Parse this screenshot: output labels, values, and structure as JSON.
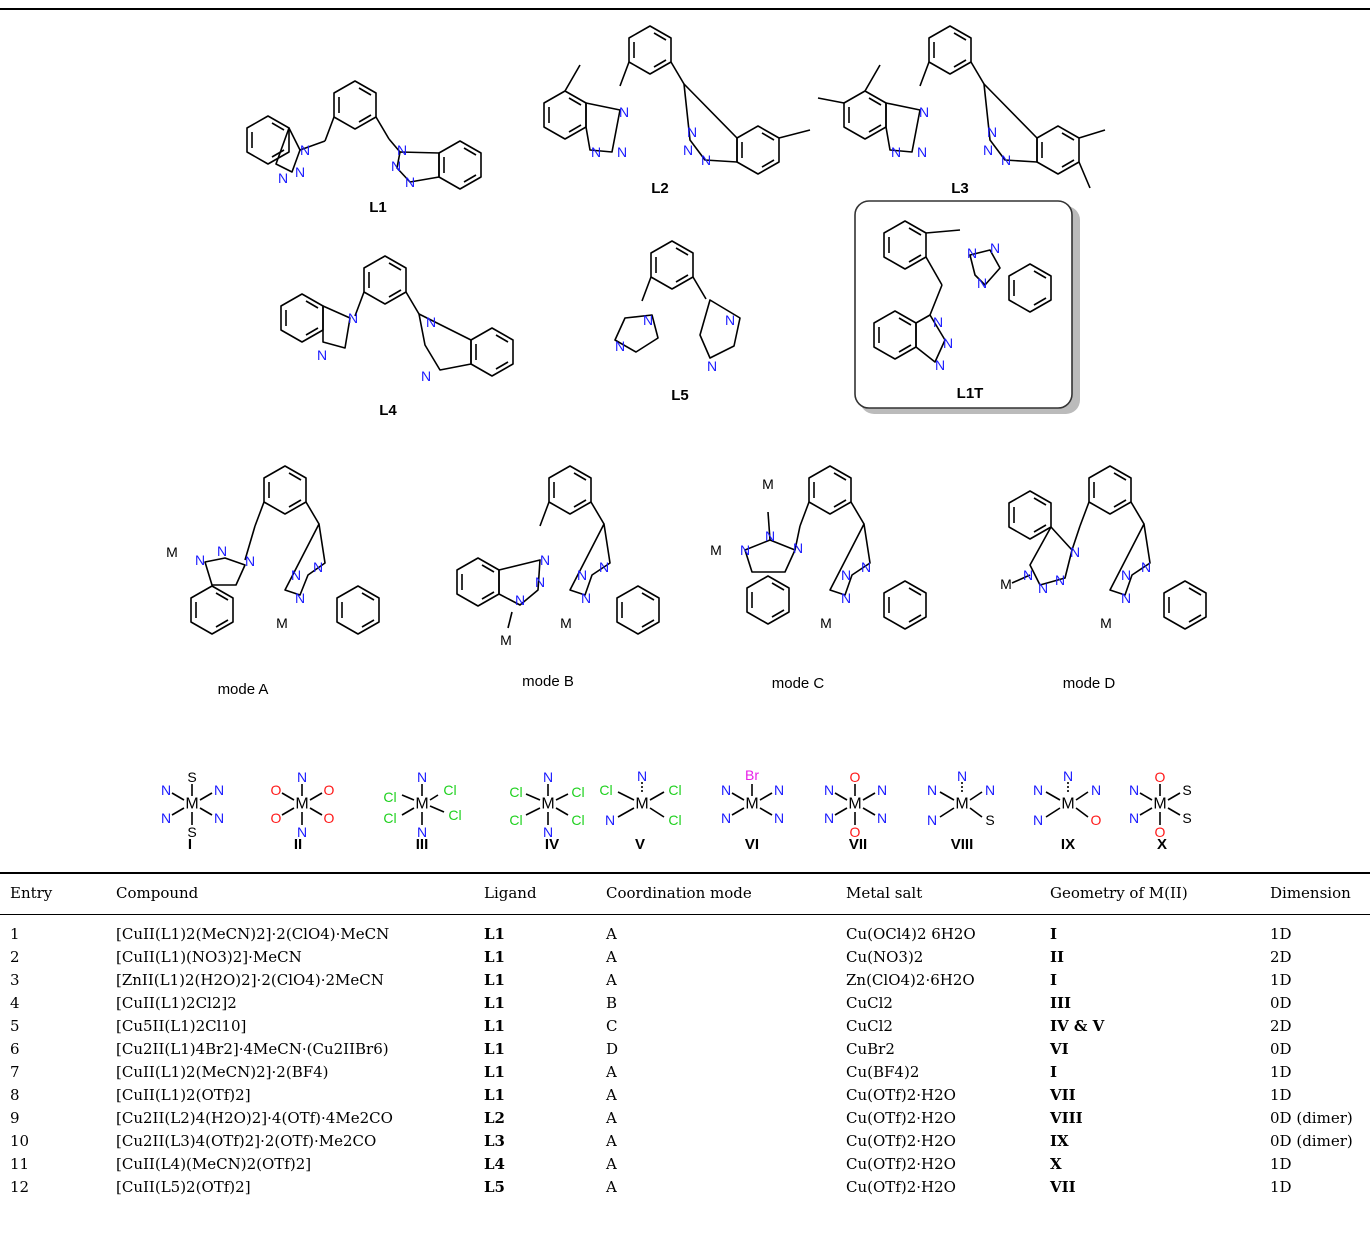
{
  "ligands": [
    {
      "id": "L1",
      "label": "L1"
    },
    {
      "id": "L2",
      "label": "L2"
    },
    {
      "id": "L3",
      "label": "L3"
    },
    {
      "id": "L4",
      "label": "L4"
    },
    {
      "id": "L5",
      "label": "L5"
    },
    {
      "id": "L1T",
      "label": "L1T"
    }
  ],
  "atoms": {
    "N": "N",
    "M": "M",
    "O": "O",
    "S": "S",
    "Cl": "Cl",
    "Br": "Br"
  },
  "modes": [
    "mode A",
    "mode B",
    "mode C",
    "mode D"
  ],
  "geometries": [
    "I",
    "II",
    "III",
    "IV",
    "V",
    "VI",
    "VII",
    "VIII",
    "IX",
    "X"
  ],
  "colors": {
    "nitrogen": "#1a1aff",
    "oxygen": "#ff1a1a",
    "chlorine": "#1fd11f",
    "bromine": "#e81ee8"
  },
  "table": {
    "headers": [
      "Entry",
      "Compound",
      "Ligand",
      "Coordination mode",
      "Metal salt",
      "Geometry of M(II)",
      "Dimension"
    ],
    "rows": [
      {
        "entry": "1",
        "compound": "[CuII(L1)2(MeCN)2]·2(ClO4)·MeCN",
        "ligand": "L1",
        "mode": "A",
        "salt": "Cu(OCl4)2 6H2O",
        "geometry": "I",
        "dimension": "1D"
      },
      {
        "entry": "2",
        "compound": "[CuII(L1)(NO3)2]·MeCN",
        "ligand": "L1",
        "mode": "A",
        "salt": "Cu(NO3)2",
        "geometry": "II",
        "dimension": "2D"
      },
      {
        "entry": "3",
        "compound": "[ZnII(L1)2(H2O)2]·2(ClO4)·2MeCN",
        "ligand": "L1",
        "mode": "A",
        "salt": "Zn(ClO4)2·6H2O",
        "geometry": "I",
        "dimension": "1D"
      },
      {
        "entry": "4",
        "compound": "[CuII(L1)2Cl2]2",
        "ligand": "L1",
        "mode": "B",
        "salt": "CuCl2",
        "geometry": "III",
        "dimension": "0D"
      },
      {
        "entry": "5",
        "compound": "[Cu5II(L1)2Cl10]",
        "ligand": "L1",
        "mode": "C",
        "salt": "CuCl2",
        "geometry": "IV & V",
        "dimension": "2D"
      },
      {
        "entry": "6",
        "compound": "[Cu2II(L1)4Br2]·4MeCN·(Cu2IIBr6)",
        "ligand": "L1",
        "mode": "D",
        "salt": "CuBr2",
        "geometry": "VI",
        "dimension": "0D"
      },
      {
        "entry": "7",
        "compound": "[CuII(L1)2(MeCN)2]·2(BF4)",
        "ligand": "L1",
        "mode": "A",
        "salt": "Cu(BF4)2",
        "geometry": "I",
        "dimension": "1D"
      },
      {
        "entry": "8",
        "compound": "[CuII(L1)2(OTf)2]",
        "ligand": "L1",
        "mode": "A",
        "salt": "Cu(OTf)2·H2O",
        "geometry": "VII",
        "dimension": "1D"
      },
      {
        "entry": "9",
        "compound": "[Cu2II(L2)4(H2O)2]·4(OTf)·4Me2CO",
        "ligand": "L2",
        "mode": "A",
        "salt": "Cu(OTf)2·H2O",
        "geometry": "VIII",
        "dimension": "0D (dimer)"
      },
      {
        "entry": "10",
        "compound": "[Cu2II(L3)4(OTf)2]·2(OTf)·Me2CO",
        "ligand": "L3",
        "mode": "A",
        "salt": "Cu(OTf)2·H2O",
        "geometry": "IX",
        "dimension": "0D (dimer)"
      },
      {
        "entry": "11",
        "compound": "[CuII(L4)(MeCN)2(OTf)2]",
        "ligand": "L4",
        "mode": "A",
        "salt": "Cu(OTf)2·H2O",
        "geometry": "X",
        "dimension": "1D"
      },
      {
        "entry": "12",
        "compound": "[CuII(L5)2(OTf)2]",
        "ligand": "L5",
        "mode": "A",
        "salt": "Cu(OTf)2·H2O",
        "geometry": "VII",
        "dimension": "1D"
      }
    ]
  }
}
